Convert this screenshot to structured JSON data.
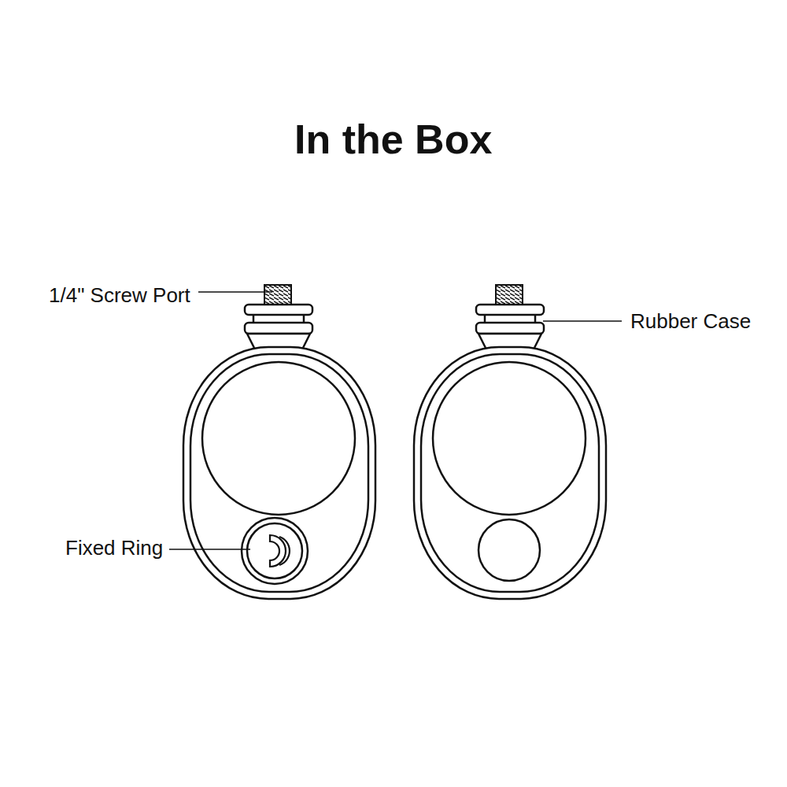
{
  "diagram": {
    "title": "In the Box",
    "labels": [
      "1/4\" Screw Port",
      "Fixed Ring",
      "Rubber Case"
    ]
  }
}
